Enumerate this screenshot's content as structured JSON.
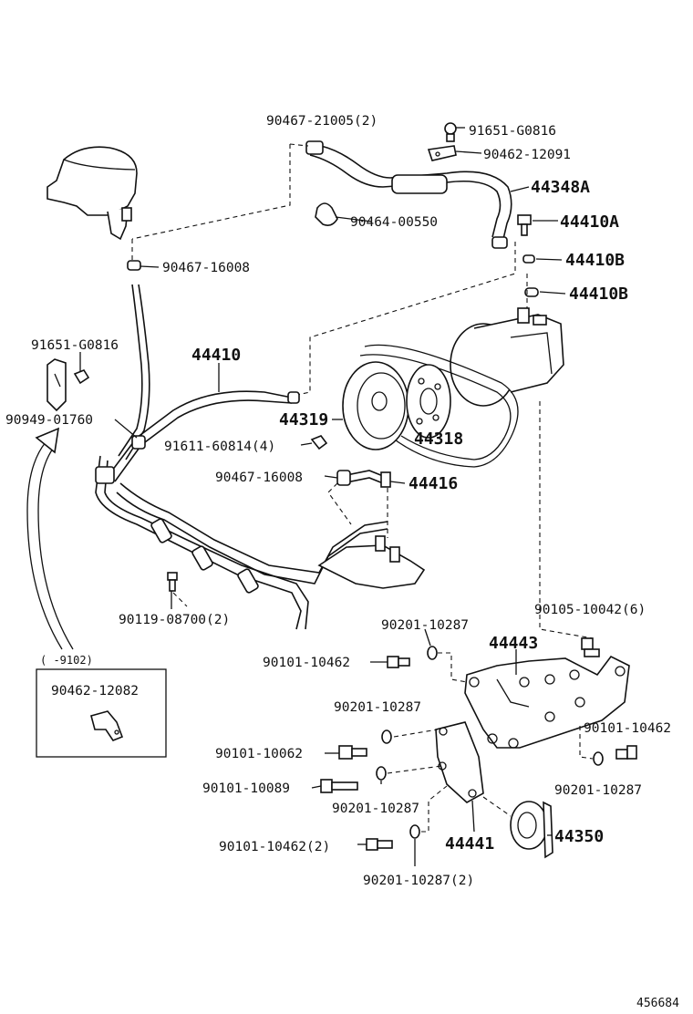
{
  "diagram": {
    "labels": [
      {
        "id": "l1",
        "text": "90467-21005(2)"
      },
      {
        "id": "l2",
        "text": "91651-G0816"
      },
      {
        "id": "l3",
        "text": "90462-12091"
      },
      {
        "id": "l4",
        "text": "44348A"
      },
      {
        "id": "l5",
        "text": "90464-00550"
      },
      {
        "id": "l6",
        "text": "44410A"
      },
      {
        "id": "l7",
        "text": "90467-16008"
      },
      {
        "id": "l8",
        "text": "44410B"
      },
      {
        "id": "l9",
        "text": "44410B"
      },
      {
        "id": "l10",
        "text": "91651-G0816"
      },
      {
        "id": "l11",
        "text": "44410"
      },
      {
        "id": "l12",
        "text": "90949-01760"
      },
      {
        "id": "l13",
        "text": "44319"
      },
      {
        "id": "l14",
        "text": "44318"
      },
      {
        "id": "l15",
        "text": "91611-60814(4)"
      },
      {
        "id": "l16",
        "text": "90467-16008"
      },
      {
        "id": "l17",
        "text": "44416"
      },
      {
        "id": "l18",
        "text": "90119-08700(2)"
      },
      {
        "id": "l19",
        "text": "90105-10042(6)"
      },
      {
        "id": "l20",
        "text": "90201-10287"
      },
      {
        "id": "l21",
        "text": "44443"
      },
      {
        "id": "l22",
        "text": "90101-10462"
      },
      {
        "id": "l23",
        "text": "90201-10287"
      },
      {
        "id": "l24",
        "text": "90101-10462"
      },
      {
        "id": "l25",
        "text": "90101-10062"
      },
      {
        "id": "l26",
        "text": "90101-10089"
      },
      {
        "id": "l27",
        "text": "90201-10287"
      },
      {
        "id": "l28",
        "text": "90201-10287"
      },
      {
        "id": "l29",
        "text": "44350"
      },
      {
        "id": "l30",
        "text": "90101-10462(2)"
      },
      {
        "id": "l31",
        "text": "44441"
      },
      {
        "id": "l32",
        "text": "90201-10287(2)"
      }
    ],
    "inset": {
      "range": "(    -9102)",
      "part": "90462-12082"
    },
    "figure_id": "456684"
  }
}
